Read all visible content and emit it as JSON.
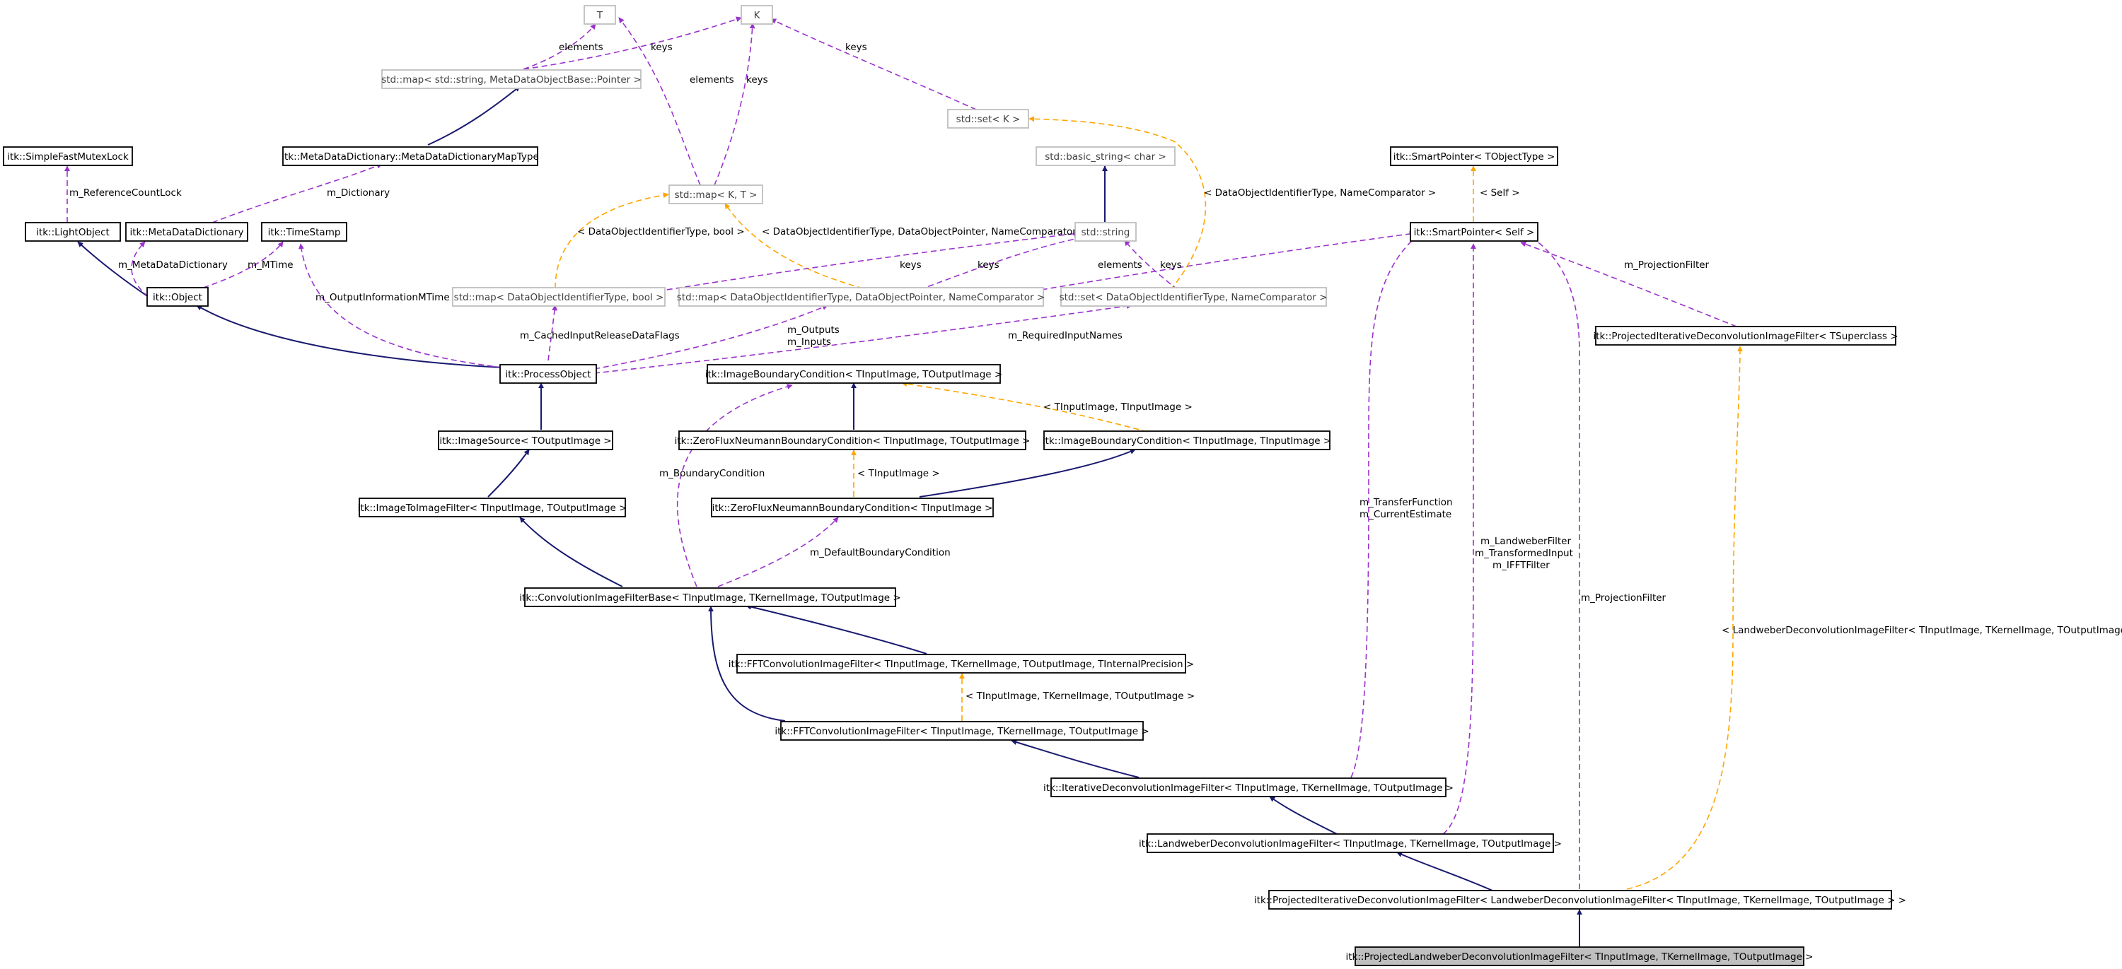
{
  "colors": {
    "inheritance": "#191970",
    "usage": "#9a32cd",
    "template": "#ffa500",
    "focus_fill": "#bfbfbf",
    "template_border": "#bfbfbf"
  },
  "nodes": {
    "T": "T",
    "K": "K",
    "map_string_pointer": "std::map< std::string, MetaDataObjectBase::Pointer >",
    "set_K": "std::set< K >",
    "simple_lock": "itk::SimpleFastMutexLock",
    "mdd_map_type": "itk::MetaDataDictionary::MetaDataDictionaryMapType",
    "map_KT": "std::map< K, T >",
    "basic_string": "std::basic_string< char >",
    "smart_pointer_obj": "itk::SmartPointer< TObjectType >",
    "light_object": "itk::LightObject",
    "meta_data_dictionary": "itk::MetaDataDictionary",
    "time_stamp": "itk::TimeStamp",
    "std_string": "std::string",
    "smart_pointer_self": "itk::SmartPointer< Self >",
    "object": "itk::Object",
    "map_dataobj_bool": "std::map< DataObjectIdentifierType, bool >",
    "map_dataobj_ptr": "std::map< DataObjectIdentifierType, DataObjectPointer, NameComparator >",
    "set_dataobj": "std::set< DataObjectIdentifierType, NameComparator >",
    "projected_iter_tsuper": "itk::ProjectedIterativeDeconvolutionImageFilter< TSuperclass >",
    "process_object": "itk::ProcessObject",
    "image_boundary_cond": "itk::ImageBoundaryCondition< TInputImage, TOutputImage >",
    "image_source": "itk::ImageSource< TOutputImage >",
    "zero_flux_io": "itk::ZeroFluxNeumannBoundaryCondition< TInputImage, TOutputImage >",
    "image_boundary_ii": "itk::ImageBoundaryCondition< TInputImage, TInputImage >",
    "image_to_image": "itk::ImageToImageFilter< TInputImage, TOutputImage >",
    "zero_flux_i": "itk::ZeroFluxNeumannBoundaryCondition< TInputImage >",
    "conv_base": "itk::ConvolutionImageFilterBase< TInputImage, TKernelImage, TOutputImage >",
    "fft_conv_prec": "itk::FFTConvolutionImageFilter< TInputImage, TKernelImage, TOutputImage, TInternalPrecision >",
    "fft_conv": "itk::FFTConvolutionImageFilter< TInputImage, TKernelImage, TOutputImage >",
    "iter_deconv": "itk::IterativeDeconvolutionImageFilter< TInputImage, TKernelImage, TOutputImage >",
    "landweber": "itk::LandweberDeconvolutionImageFilter< TInputImage, TKernelImage, TOutputImage >",
    "projected_iter_landweber": "itk::ProjectedIterativeDeconvolutionImageFilter< LandweberDeconvolutionImageFilter< TInputImage, TKernelImage, TOutputImage > >",
    "projected_landweber": "itk::ProjectedLandweberDeconvolutionImageFilter< TInputImage, TKernelImage, TOutputImage >"
  },
  "edge_labels": {
    "elements_T": "elements",
    "keys_K_map": "keys",
    "elements_mapkt": "elements",
    "keys_mapkt": "keys",
    "keys_set": "keys",
    "ref_count_lock": "m_ReferenceCountLock",
    "dictionary": "m_Dictionary",
    "tpl_dataobj_nc": "< DataObjectIdentifierType, NameComparator >",
    "self": "< Self >",
    "tpl_dataobj_bool": "< DataObjectIdentifierType, bool >",
    "tpl_dataobj_ptr": "< DataObjectIdentifierType, DataObjectPointer, NameComparator >",
    "meta_data_dictionary": "m_MetaDataDictionary",
    "mtime": "m_MTime",
    "keys_a": "keys",
    "keys_b": "keys",
    "elements_sp": "elements",
    "keys_c": "keys",
    "projection_filter_1": "m_ProjectionFilter",
    "output_info_mtime": "m_OutputInformationMTime",
    "cached_input": "m_CachedInputReleaseDataFlags",
    "outputs": "m_Outputs",
    "inputs": "m_Inputs",
    "required_input": "m_RequiredInputNames",
    "tpl_input_input": "< TInputImage, TInputImage >",
    "boundary_condition": "m_BoundaryCondition",
    "tpl_input": "< TInputImage >",
    "transfer_function": "m_TransferFunction",
    "current_estimate": "m_CurrentEstimate",
    "default_boundary": "m_DefaultBoundaryCondition",
    "landweber_filter": "m_LandweberFilter",
    "transformed_input": "m_TransformedInput",
    "ifft_filter": "m_IFFTFilter",
    "projection_filter_2": "m_ProjectionFilter",
    "tpl_landweber": "< LandweberDeconvolutionImageFilter< TInputImage, TKernelImage, TOutputImage > >",
    "tpl_fft": "< TInputImage, TKernelImage, TOutputImage >"
  }
}
